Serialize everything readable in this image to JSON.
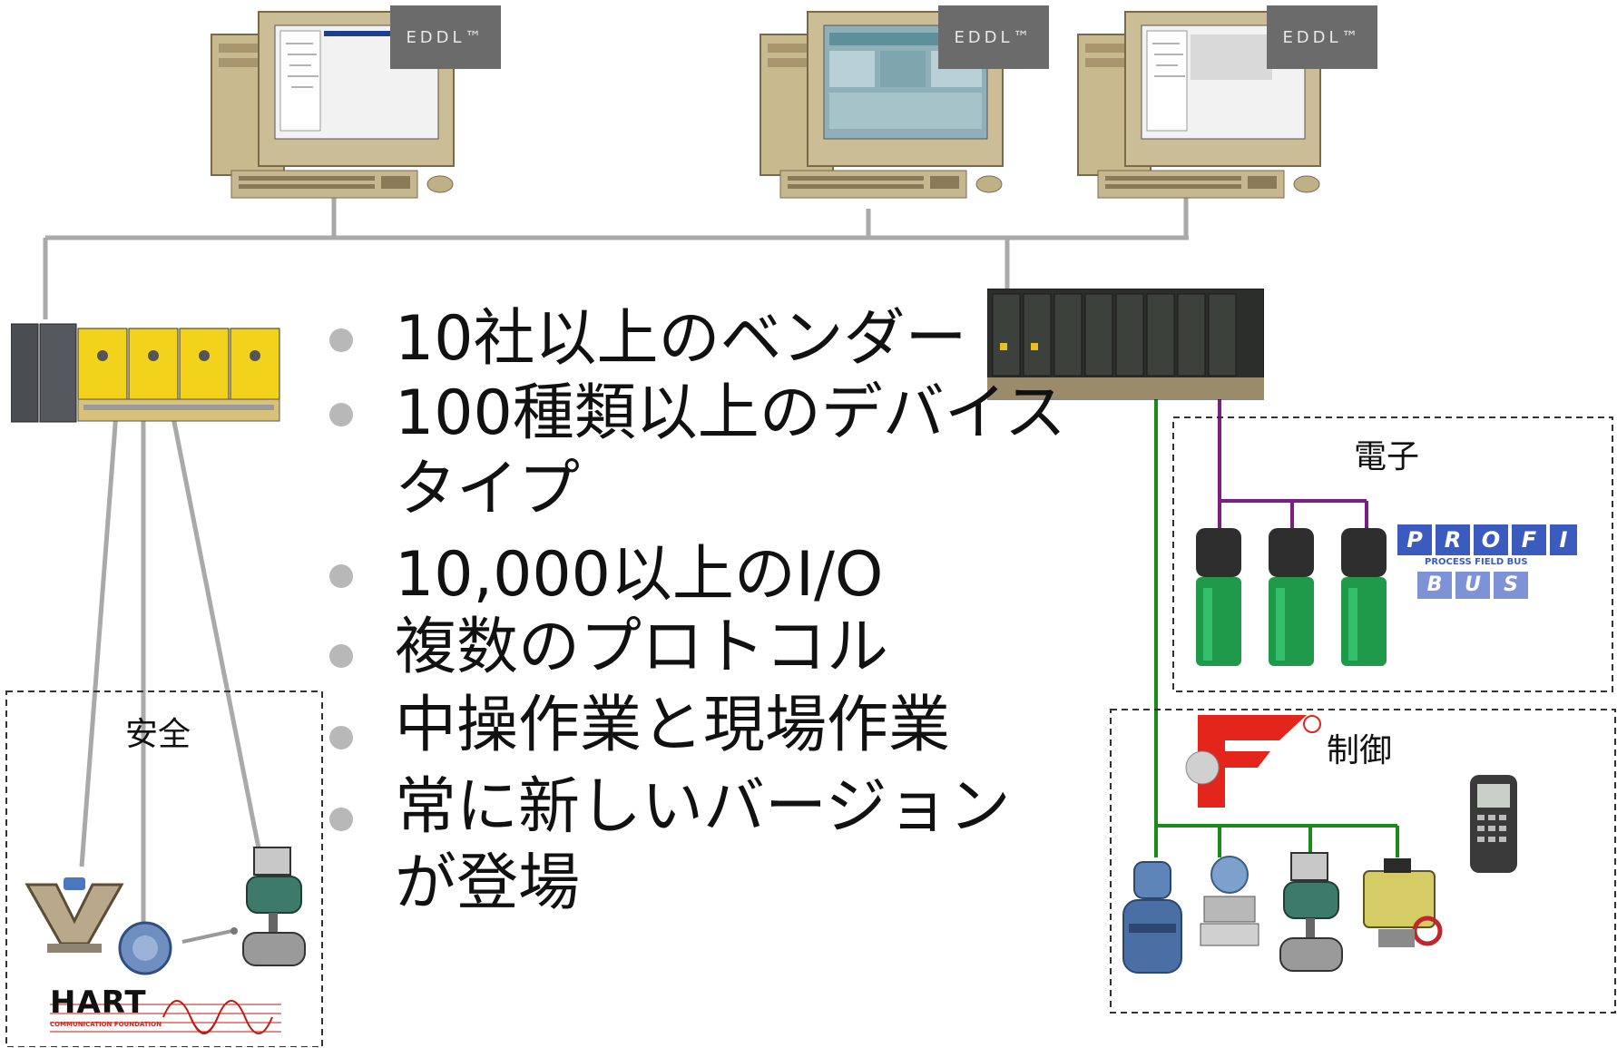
{
  "diagram": {
    "workstation_badges": [
      "EDDL™",
      "EDDL™",
      "EDDL™"
    ],
    "bullets": [
      {
        "text": "10社以上のベンダー",
        "has_dot": true
      },
      {
        "text": "100種類以上のデバイス",
        "has_dot": true
      },
      {
        "text": "タイプ",
        "has_dot": false
      },
      {
        "text": "10,000以上のI/O",
        "has_dot": true
      },
      {
        "text": "複数のプロトコル",
        "has_dot": true
      },
      {
        "text": "中操作業と現場作業",
        "has_dot": true
      },
      {
        "text": "常に新しいバージョン",
        "has_dot": true
      },
      {
        "text": "が登場",
        "has_dot": false
      }
    ],
    "zones": {
      "safety": {
        "label": "安全"
      },
      "electric": {
        "label": "電子"
      },
      "control": {
        "label": "制御"
      }
    },
    "logos": {
      "hart": {
        "main": "HART",
        "sub": "COMMUNICATION FOUNDATION"
      },
      "profibus": {
        "letters_top": [
          "P",
          "R",
          "O",
          "F",
          "I"
        ],
        "middle": "PROCESS FIELD BUS",
        "letters_bottom": [
          "B",
          "U",
          "S"
        ]
      }
    },
    "colors": {
      "network_line": "#a9a9a9",
      "profibus_line": "#7b1f86",
      "fieldbus_line": "#1a8a1a",
      "profibus_blue": "#3b5bbf",
      "hart_red": "#d2231a",
      "ff_red": "#e3251b"
    }
  }
}
